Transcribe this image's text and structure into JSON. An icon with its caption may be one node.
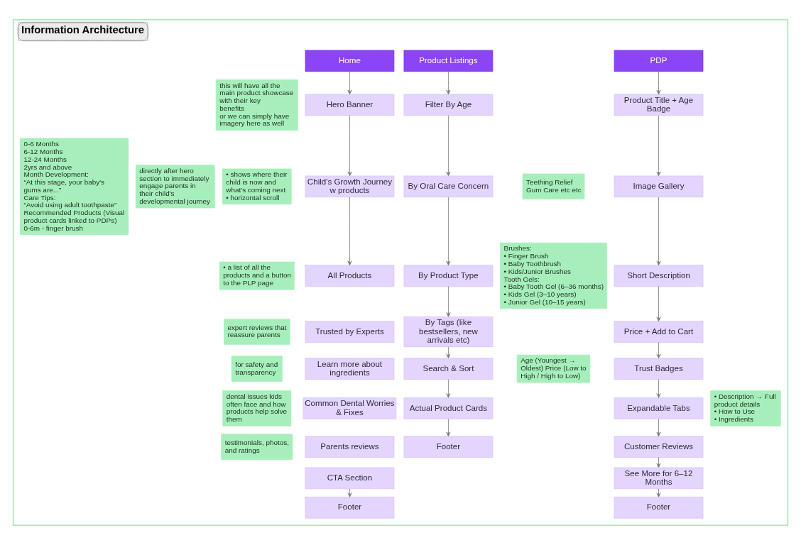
{
  "diagram": {
    "nodes": [
      {
        "text": [
          "Information Architecture"
        ]
      },
      {
        "text": [
          "0-6 Months",
          "6-12 Months",
          "12-24 Months",
          "2yrs and above",
          "Month Development:",
          "“At this stage, your baby's gums are...”",
          "Care Tips:",
          "“Avoid using adult toothpaste”",
          "Recommended Products (Visual product cards linked to PDPs)",
          "0-6m - finger brush"
        ],
        "in": 0
      },
      {
        "text": [
          "directly after hero section to immediately engage parents in their child's developmental journey"
        ],
        "in": 0
      },
      {
        "text": [
          "this will have all the main product showcase with their key benefits",
          "or we can simply have imagery here as well"
        ],
        "in": 0
      },
      {
        "text": [
          "• shows where their child is now and what's coming next",
          "• horizontal scroll"
        ],
        "in": 0
      },
      {
        "text": [
          "• a list of all the products and a button to the PLP page"
        ],
        "in": 0
      },
      {
        "text": [
          "expert reviews that reassure parents"
        ],
        "in": 0
      },
      {
        "text": [
          "for safety and transparency"
        ],
        "in": 0
      },
      {
        "text": [
          "dental issues kids often face and how products help solve them"
        ],
        "in": 0
      },
      {
        "text": [
          "testimonials, photos, and ratings"
        ],
        "in": 0
      },
      {
        "text": [
          "Home"
        ],
        "in": 0
      },
      {
        "text": [
          "Hero Banner"
        ],
        "in": 0
      },
      {
        "text": [
          "Child's Growth Journey w products"
        ],
        "in": 0
      },
      {
        "text": [
          "All Products"
        ],
        "in": 0
      },
      {
        "text": [
          "Trusted by Experts"
        ],
        "in": 0
      },
      {
        "text": [
          "Learn more about ingredients"
        ],
        "in": 0
      },
      {
        "text": [
          "Common Dental Worries & Fixes"
        ],
        "in": 0
      },
      {
        "text": [
          "Parents reviews"
        ],
        "in": 0
      },
      {
        "text": [
          "CTA Section"
        ],
        "in": 0
      },
      {
        "text": [
          "Footer"
        ],
        "in": 0
      },
      {
        "text": [
          "Product Listings"
        ],
        "in": 0
      },
      {
        "text": [
          "Filter By Age"
        ],
        "in": 0
      },
      {
        "text": [
          "By Oral Care Concern"
        ],
        "in": 0
      },
      {
        "text": [
          "By Product Type"
        ],
        "in": 0
      },
      {
        "text": [
          "By Tags (like bestsellers, new arrivals etc)"
        ],
        "in": 0
      },
      {
        "text": [
          "Search & Sort"
        ],
        "in": 0
      },
      {
        "text": [
          "Actual Product Cards"
        ],
        "in": 0
      },
      {
        "text": [
          "Footer"
        ],
        "in": 0
      },
      {
        "text": [
          "Teething Relief",
          "Gum Care etc etc"
        ],
        "in": 0
      },
      {
        "text": [
          "Brushes:",
          "• Finger Brush",
          "• Baby Toothbrush",
          "• Kids/Junior Brushes",
          "Tooth Gels:",
          "• Baby Tooth Gel (6–36 months)",
          "• Kids Gel (3–10 years)",
          "• Junior Gel (10–15 years)"
        ],
        "in": 0
      },
      {
        "text": [
          "Age (Youngest → Oldest) Price (Low to High / High to Low)"
        ],
        "in": 0
      },
      {
        "text": [
          "PDP"
        ],
        "in": 0
      },
      {
        "text": [
          "Product Title + Age Badge"
        ],
        "in": 0
      },
      {
        "text": [
          "Image Gallery"
        ],
        "in": 0
      },
      {
        "text": [
          "Short Description"
        ],
        "in": 0
      },
      {
        "text": [
          "Price + Add to Cart"
        ],
        "in": 0
      },
      {
        "text": [
          "Trust Badges"
        ],
        "in": 0
      },
      {
        "text": [
          "Expandable Tabs"
        ],
        "in": 0
      },
      {
        "text": [
          "Customer Reviews"
        ],
        "in": 0
      },
      {
        "text": [
          "See More for 6–12 Months"
        ],
        "in": 0
      },
      {
        "text": [
          "Footer"
        ],
        "in": 0
      },
      {
        "text": [
          "• Description → Full product details",
          "• How to Use",
          "• Ingredients"
        ],
        "in": 0
      }
    ],
    "edges": [
      {
        "from": 10,
        "to": 11,
        "arrow": "to"
      },
      {
        "from": 11,
        "to": 12,
        "arrow": "to"
      },
      {
        "from": 12,
        "to": 13,
        "arrow": "to"
      },
      {
        "from": 18,
        "to": 19,
        "arrow": "to"
      },
      {
        "from": 20,
        "to": 21,
        "arrow": "to"
      },
      {
        "from": 21,
        "to": 22,
        "arrow": "to"
      },
      {
        "from": 22,
        "to": 23,
        "arrow": "to"
      },
      {
        "from": 23,
        "to": 24,
        "arrow": "to"
      },
      {
        "from": 24,
        "to": 25,
        "arrow": "to"
      },
      {
        "from": 25,
        "to": 26,
        "arrow": "to"
      },
      {
        "from": 26,
        "to": 27,
        "arrow": "to"
      },
      {
        "from": 31,
        "to": 32,
        "arrow": "to"
      },
      {
        "from": 32,
        "to": 33,
        "arrow": "to"
      },
      {
        "from": 33,
        "to": 34,
        "arrow": "to"
      },
      {
        "from": 34,
        "to": 35,
        "arrow": "to"
      },
      {
        "from": 35,
        "to": 36,
        "arrow": "to"
      },
      {
        "from": 36,
        "to": 37,
        "arrow": "to"
      },
      {
        "from": 37,
        "to": 38,
        "arrow": "to"
      },
      {
        "from": 38,
        "to": 39,
        "arrow": "to"
      },
      {
        "from": 39,
        "to": 40,
        "arrow": "to"
      }
    ]
  }
}
